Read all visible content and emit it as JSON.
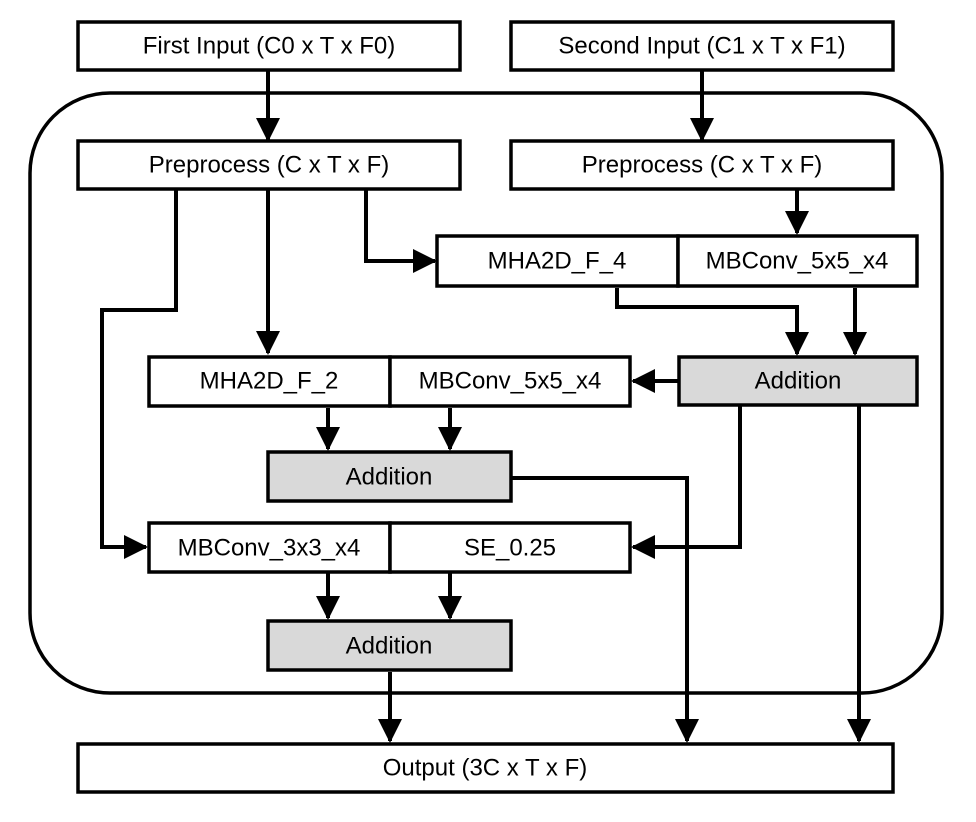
{
  "colors": {
    "plain": "#ffffff",
    "addition": "#d9d9d9",
    "stroke": "#000000"
  },
  "nodes": {
    "first_input": "First Input (C0 x T x F0)",
    "second_input": "Second Input (C1 x T x F1)",
    "preprocess_left": "Preprocess (C x T x F)",
    "preprocess_right": "Preprocess (C x T x F)",
    "mha2d_f_4": "MHA2D_F_4",
    "mbconv_5x5_x4_top": "MBConv_5x5_x4",
    "addition_right": "Addition",
    "mha2d_f_2": "MHA2D_F_2",
    "mbconv_5x5_x4_mid": "MBConv_5x5_x4",
    "addition_mid": "Addition",
    "mbconv_3x3_x4": "MBConv_3x3_x4",
    "se_0_25": "SE_0.25",
    "addition_bottom": "Addition",
    "output": "Output (3C x T x F)"
  }
}
